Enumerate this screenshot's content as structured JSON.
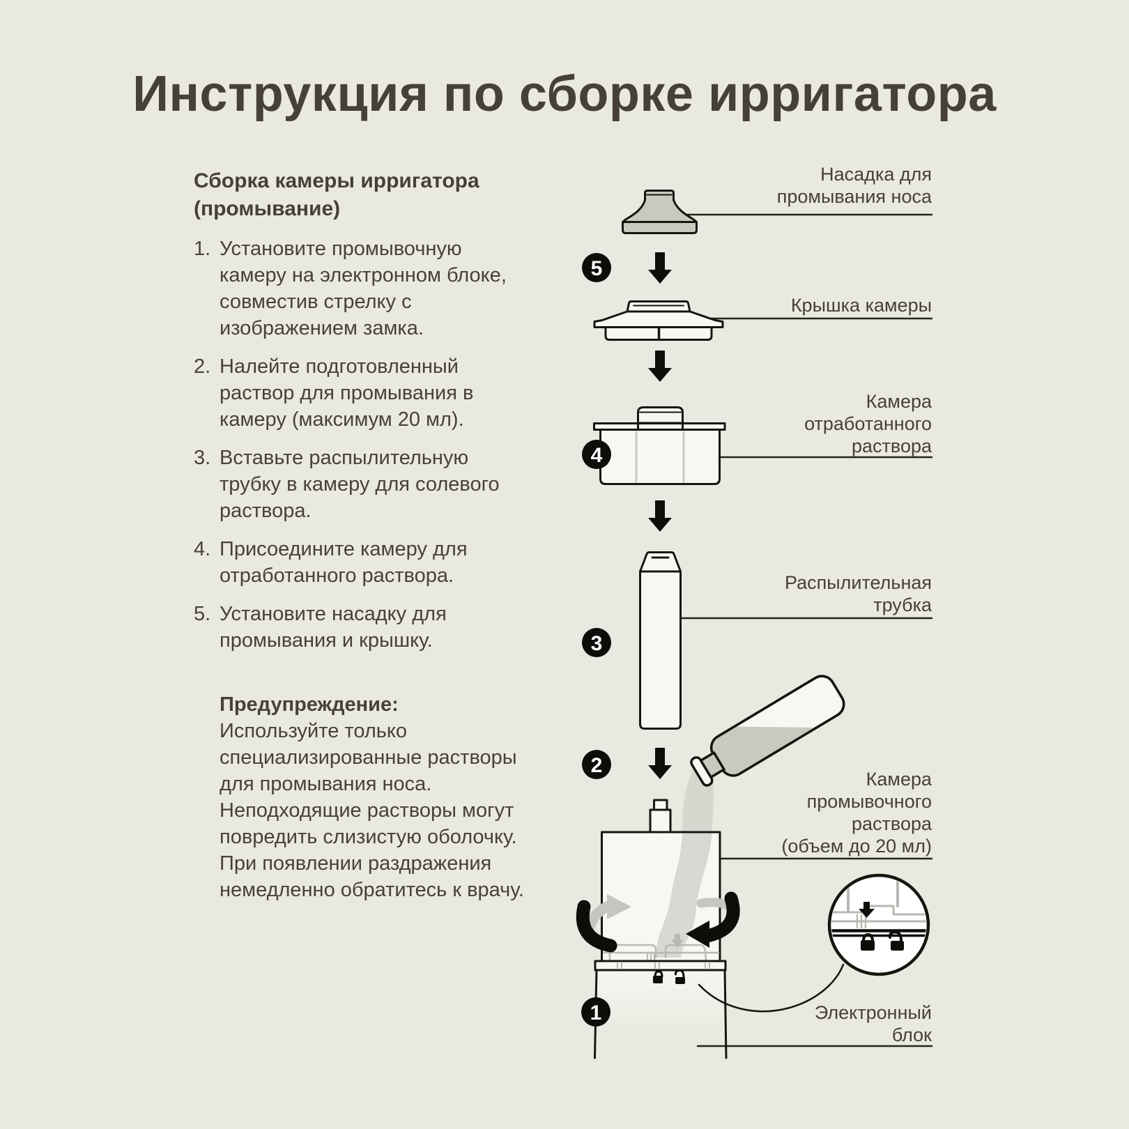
{
  "title": "Инструкция по сборке ирригатора",
  "instructions": {
    "heading": "Сборка камеры ирригатора\n(промывание)",
    "steps": [
      {
        "num": "1.",
        "text": "Установите промывочную камеру на электронном блоке, совместив стрелку с изображением замка."
      },
      {
        "num": "2.",
        "text": "Налейте подготовленный раствор для промывания в камеру (максимум 20 мл)."
      },
      {
        "num": "3.",
        "text": "Вставьте распылительную трубку в камеру для солевого раствора."
      },
      {
        "num": "4.",
        "text": "Присоедините камеру для отработанного раствора."
      },
      {
        "num": "5.",
        "text": "Установите насадку для промывания и крышку."
      }
    ],
    "warning_title": "Предупреждение:",
    "warning_text": "Используйте только специализированные растворы для промывания носа. Неподходящие растворы могут повредить слизистую оболочку. При появлении раздражения немедленно обратитесь к врачу."
  },
  "diagram": {
    "badges": [
      "5",
      "4",
      "3",
      "2",
      "1"
    ],
    "labels": {
      "nozzle": "Насадка для\nпромывания носа",
      "lid": "Крышка камеры",
      "waste_chamber": "Камера\nотработанного\nраствора",
      "spray_tube": "Распылительная\nтрубка",
      "wash_chamber": "Камера\nпромывочного\nраствора\n(объем до 20 мл)",
      "electronic_unit": "Электронный\nблок"
    },
    "icons": [
      "arrow-down-icon",
      "rotate-arrows-icon",
      "lock-closed-icon",
      "lock-open-icon",
      "magnifier-detail",
      "bottle-icon"
    ]
  },
  "colors": {
    "background": "#eae9e1",
    "title_text": "#474038",
    "body_text": "#46413a",
    "line_black": "#16160f",
    "part_gray": "#c9c8c1",
    "detail_gray": "#b9b8b2",
    "stream_gray": "#d4d3cc",
    "part_fill": "#f8f8f3"
  }
}
